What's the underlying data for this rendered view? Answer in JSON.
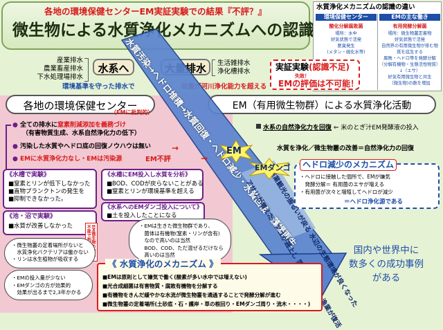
{
  "header": {
    "subtitle": "各地の環境保健センターEM実証実験での結果『不評？』",
    "title": "微生物による水質浄化メカニズムへの認識"
  },
  "table": {
    "title": "水質浄化メカニズムの認識の違い",
    "col1_head": "環境保健センター",
    "col2_head": "EMの主な働き",
    "col1_sub": "酸化分解腐敗菌",
    "col1_lines": [
      "場所：水中",
      "好気状態で活発",
      "悪臭発生",
      "(メタン・硫化水等)"
    ],
    "col2_sub": "有用発酵分解菌",
    "col2_lines": [
      "場所：微生物叢定着物",
      "好気状態で活発",
      "自然界の有用微生物が排む物",
      "質を底生する",
      "腐敗・ヘドロ等を発酵分解",
      "（分解有機物・生態活性物質）",
      "↓（エサ）",
      "好気有用微生物と共生",
      "（微生物)の数を増加"
    ]
  },
  "water": {
    "sources": [
      "産業排水",
      "農業畜産排水",
      "下水処理場排水"
    ],
    "left_box": "水系へ",
    "right_box": "大量排水",
    "right_labels": [
      "生活雑排水",
      "浄化槽排水"
    ],
    "note1": "環境基準を守った排水で",
    "note2": "総量が河川浄化能力を超える"
  },
  "proof": {
    "title_a": "実証実験",
    "title_b": "(認識不足)",
    "fail": "失敗！",
    "result": "EMの評価は不可能！"
  },
  "left_header": "各地の環境保健センター",
  "left_note": "（EMに批判的）",
  "right_header": "EM（有用微生物群）による水質浄化活動",
  "bullets": {
    "b1_a": "全ての排水に",
    "b1_b": "窒素削減添加を義務づけ",
    "b1_c": "（有害物質生成、水系自然浄化力の低下）",
    "b2": "汚染した水質やヘドロ底の回復ノウハウは無い",
    "b3_a": "EMに水質浄化力なし・EMは汚染源",
    "b3_b": "EM不評",
    "r1_a": "水系の自然浄化力を回復",
    "r1_b": "米のとぎ汁EM発酵液の投入",
    "r2_a": "水質を浄化／微生物叢の改善＝",
    "r2_b": "自然浄化力の回復"
  },
  "arrow": {
    "text1": "水質汚染→ヘドロ堆積→水質回復・ヘドロ減少・水質回復・藻場再生",
    "text2": "商業観光の振るいが戻る 水辺の生態環境が良くなった",
    "text3": "アサリが増えた・アユが遡上し 落ち込んでいた漁業が復活",
    "em1": "EM",
    "em2": "EMダンゴ"
  },
  "hedoro": {
    "title": "ヘドロ減少のメカニズム",
    "lines": [
      "・ヘドロに接触した個所で、EMが嫌気",
      "　発酵分解＝ 有用菌のエサが増える",
      "・有用菌が次々と増殖してヘドロが減少"
    ],
    "conclusion": "＝ヘドロ浄化源である"
  },
  "water_tank": {
    "title": "《水槽で実験》",
    "items": [
      "窒素とリンが低下しなかった",
      "直物プランクトンの発生を",
      "抑制できなかった。"
    ]
  },
  "pond": {
    "title": "《池・沼で実験》",
    "items": [
      "水質が改善しなかった"
    ]
  },
  "em_analysis": {
    "title": "《水槽にEM投入し水質を分析》",
    "items": [
      "BOD、CODが戻らないことがある",
      "窒素とリンが環境基準を超える"
    ]
  },
  "em_dango": {
    "title": "《水系へのEMダンゴ投入について》",
    "items": [
      "土を投入したことになる"
    ]
  },
  "vertical_label": "EM微生物の検出不能で判断",
  "bubble1": [
    "・微生物叢の定着場所がないと",
    "　水質浄化バクテリアは働かない",
    "・リンは水生植物が吸収する"
  ],
  "bubble2": [
    "・EMは生きた微生物群であり、",
    "　菌体は有機物(窒素・リンが含有)",
    "　なので高いのは当然",
    "　BOD、COD、ただ混ぜるだけなら",
    "　高いのは当然"
  ],
  "bubble3": [
    "・EMの投入量が少ない",
    "・EMダンゴの方が効果的",
    "　効果が出るまで2,3年かかる"
  ],
  "mechanism": {
    "title": "《 水質浄化のメカニズム 》",
    "items": [
      "EMは原則として嫌気で働く(酸素が多い水中では増えない)",
      "光合成細菌は有害物質・腐敗有機物を分解する",
      "有機物をきんだ緩やかな水流が微生物叢を通過することで発酵分解が進む",
      "微生物叢の定着場所(土砂底・石・護岸・草の根回り・EMダンゴ周り・流木・・・・)"
    ]
  },
  "world": [
    "国内や世界中に",
    "数多くの成功事例",
    "がある"
  ]
}
